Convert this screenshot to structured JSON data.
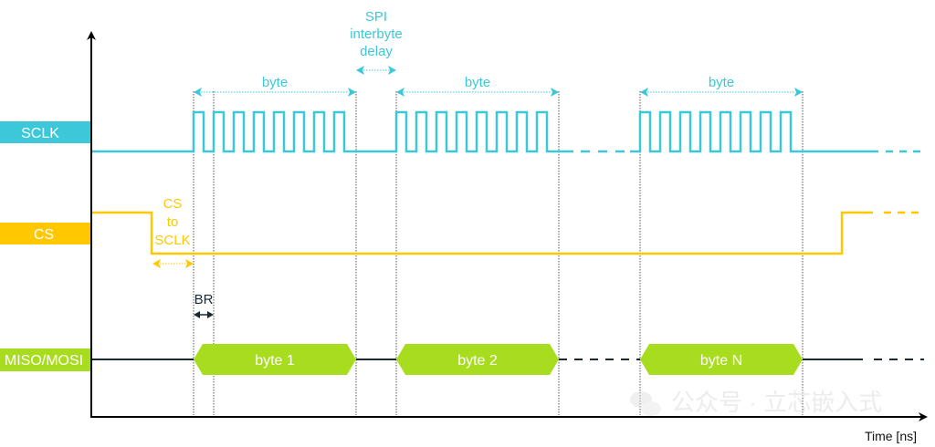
{
  "colors": {
    "sclk": "#3cc8d8",
    "cs": "#ffc800",
    "data": "#a8dc1e",
    "axis": "#000000",
    "data_line": "#1a2a33",
    "guide": "#555555"
  },
  "signals": [
    {
      "name": "SCLK",
      "label": "SCLK"
    },
    {
      "name": "CS",
      "label": "CS"
    },
    {
      "name": "MISO/MOSI",
      "label": "MISO/MOSI"
    }
  ],
  "annotations": {
    "byte_span": "byte",
    "interbyte_delay": [
      "SPI",
      "interbyte",
      "delay"
    ],
    "cs_to_sclk": [
      "CS",
      "to",
      "SCLK"
    ],
    "br": "BR"
  },
  "bytes": [
    {
      "label": "byte 1",
      "pulses": 8
    },
    {
      "label": "byte 2",
      "pulses": 8
    },
    {
      "label": "byte N",
      "pulses": 8
    }
  ],
  "axis": {
    "x_label": "Time [ns]"
  },
  "watermark": "公众号 · 立芯嵌入式"
}
